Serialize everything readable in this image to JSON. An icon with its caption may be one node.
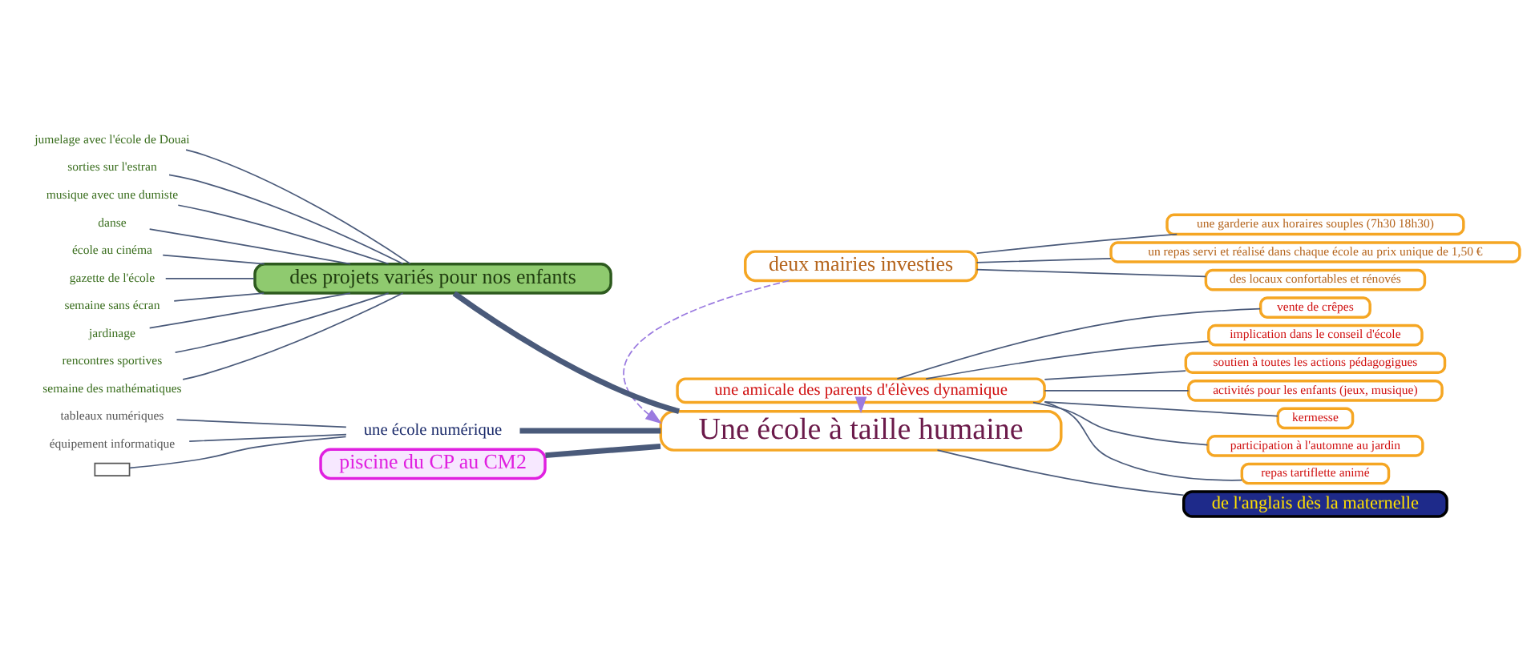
{
  "diagram": {
    "nodes": [
      {
        "text": [
          "Une école à taille humaine"
        ]
      },
      {
        "text": [
          "deux mairies investies"
        ]
      },
      {
        "text": [
          "des locaux confortables et rénovés"
        ]
      },
      {
        "text": [
          "une garderie aux horaires souples (7h30 18h30)"
        ]
      },
      {
        "text": [
          "un repas servi et réalisé dans chaque école au prix unique de 1,50 €"
        ]
      },
      {
        "text": [
          "des projets variés pour nos enfants"
        ]
      },
      {
        "text": [
          "jumelage avec l'école de Douai"
        ]
      },
      {
        "text": [
          "sorties sur l'estran"
        ]
      },
      {
        "text": [
          "musique avec une dumiste"
        ]
      },
      {
        "text": [
          "danse"
        ]
      },
      {
        "text": [
          "école au cinéma"
        ]
      },
      {
        "text": [
          "gazette de l'école"
        ]
      },
      {
        "text": [
          "semaine sans écran"
        ]
      },
      {
        "text": [
          "jardinage"
        ]
      },
      {
        "text": [
          "rencontres sportives"
        ]
      },
      {
        "text": [
          "semaine des mathématiques"
        ]
      },
      {
        "text": [
          "de l'anglais dès la maternelle"
        ]
      },
      {
        "text": [
          "une école numérique"
        ]
      },
      {
        "text": [
          "tableaux numériques"
        ]
      },
      {
        "text": [
          "équipement informatique"
        ]
      },
      {
        "text": [],
        "shape": "box"
      },
      {
        "text": [
          "piscine du CP au CM2"
        ]
      },
      {
        "text": [
          "une amicale des parents d'élèves dynamique"
        ]
      },
      {
        "text": [
          "kermesse"
        ]
      },
      {
        "text": [
          "participation à l'automne au jardin"
        ]
      },
      {
        "text": [
          "repas tartiflette animé"
        ]
      },
      {
        "text": [
          "vente de crêpes"
        ]
      },
      {
        "text": [
          "implication dans le conseil d'école"
        ]
      },
      {
        "text": [
          "soutien à toutes les actions pédagogigues"
        ]
      },
      {
        "text": [
          "activités pour les enfants (jeux, musique)"
        ]
      }
    ],
    "edges": [
      {
        "from": 1,
        "to": 0,
        "arrow": "to",
        "style": "dashed",
        "color": "#9b7be0"
      },
      {
        "from": 1,
        "to": 2,
        "arrow": "none"
      },
      {
        "from": 1,
        "to": 3,
        "arrow": "none"
      },
      {
        "from": 1,
        "to": 4,
        "arrow": "none"
      },
      {
        "from": 0,
        "to": 5,
        "arrow": "none",
        "style": "thick"
      },
      {
        "from": 5,
        "to": 6,
        "arrow": "none"
      },
      {
        "from": 5,
        "to": 7,
        "arrow": "none"
      },
      {
        "from": 5,
        "to": 8,
        "arrow": "none"
      },
      {
        "from": 5,
        "to": 9,
        "arrow": "none"
      },
      {
        "from": 5,
        "to": 10,
        "arrow": "none"
      },
      {
        "from": 5,
        "to": 11,
        "arrow": "none"
      },
      {
        "from": 5,
        "to": 12,
        "arrow": "none"
      },
      {
        "from": 5,
        "to": 13,
        "arrow": "none"
      },
      {
        "from": 5,
        "to": 14,
        "arrow": "none"
      },
      {
        "from": 5,
        "to": 15,
        "arrow": "none"
      },
      {
        "from": 0,
        "to": 16,
        "arrow": "none"
      },
      {
        "from": 0,
        "to": 17,
        "arrow": "none",
        "style": "thick"
      },
      {
        "from": 17,
        "to": 18,
        "arrow": "none"
      },
      {
        "from": 17,
        "to": 19,
        "arrow": "none"
      },
      {
        "from": 17,
        "to": 20,
        "arrow": "none"
      },
      {
        "from": 0,
        "to": 21,
        "arrow": "none",
        "style": "thick"
      },
      {
        "from": 22,
        "to": 0,
        "arrow": "to",
        "style": "dashed",
        "color": "#9b7be0"
      },
      {
        "from": 22,
        "to": 23,
        "arrow": "none"
      },
      {
        "from": 22,
        "to": 24,
        "arrow": "none"
      },
      {
        "from": 22,
        "to": 25,
        "arrow": "none"
      },
      {
        "from": 22,
        "to": 26,
        "arrow": "none"
      },
      {
        "from": 22,
        "to": 27,
        "arrow": "none"
      },
      {
        "from": 22,
        "to": 28,
        "arrow": "none"
      },
      {
        "from": 22,
        "to": 29,
        "arrow": "none"
      }
    ]
  }
}
